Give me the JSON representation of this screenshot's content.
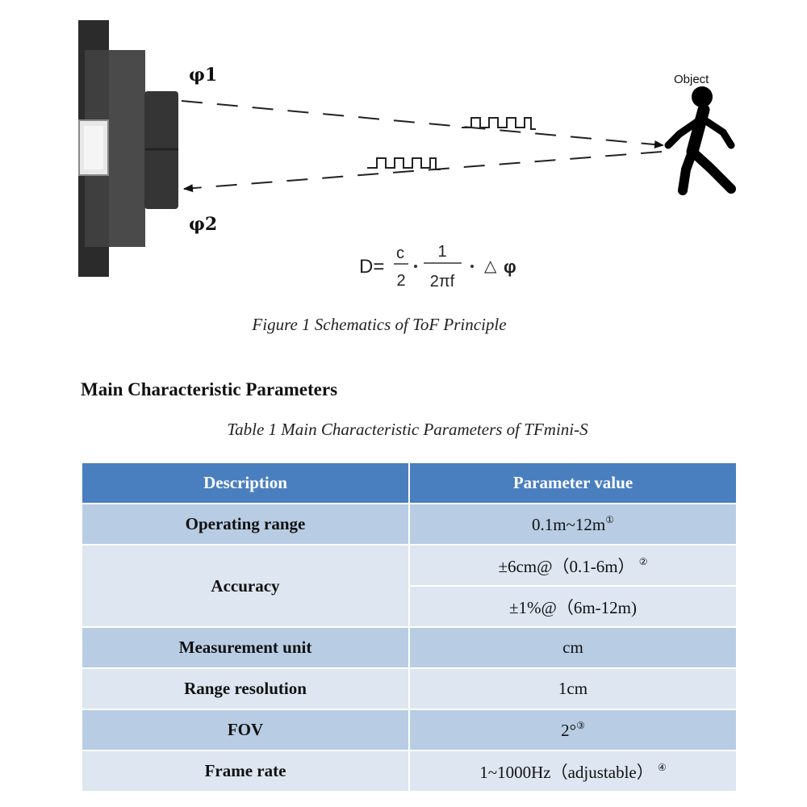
{
  "figure": {
    "phi1": "φ1",
    "phi2": "φ2",
    "object_label": "Object",
    "formula": {
      "lhs": "D=",
      "frac1_num": "c",
      "frac1_den": "2",
      "frac2_num": "1",
      "frac2_den": "2πf",
      "delta": "△",
      "phi": "φ"
    },
    "caption": "Figure 1 Schematics of ToF Principle"
  },
  "section": {
    "heading": "Main Characteristic Parameters"
  },
  "table": {
    "caption": "Table 1 Main Characteristic Parameters of TFmini-S",
    "headers": [
      "Description",
      "Parameter value"
    ],
    "rows": [
      {
        "desc": "Operating range",
        "value": "0.1m~12m",
        "note": "①"
      },
      {
        "desc": "Accuracy",
        "value": "±6cm@（0.1-6m）",
        "note": "②"
      },
      {
        "value": "±1%@（6m-12m)"
      },
      {
        "desc": "Measurement unit",
        "value": "cm"
      },
      {
        "desc": "Range resolution",
        "value": "1cm"
      },
      {
        "desc": "FOV",
        "value": "2°",
        "note": "③"
      },
      {
        "desc": "Frame rate",
        "value": "1~1000Hz（adjustable）",
        "note": "④"
      }
    ]
  }
}
